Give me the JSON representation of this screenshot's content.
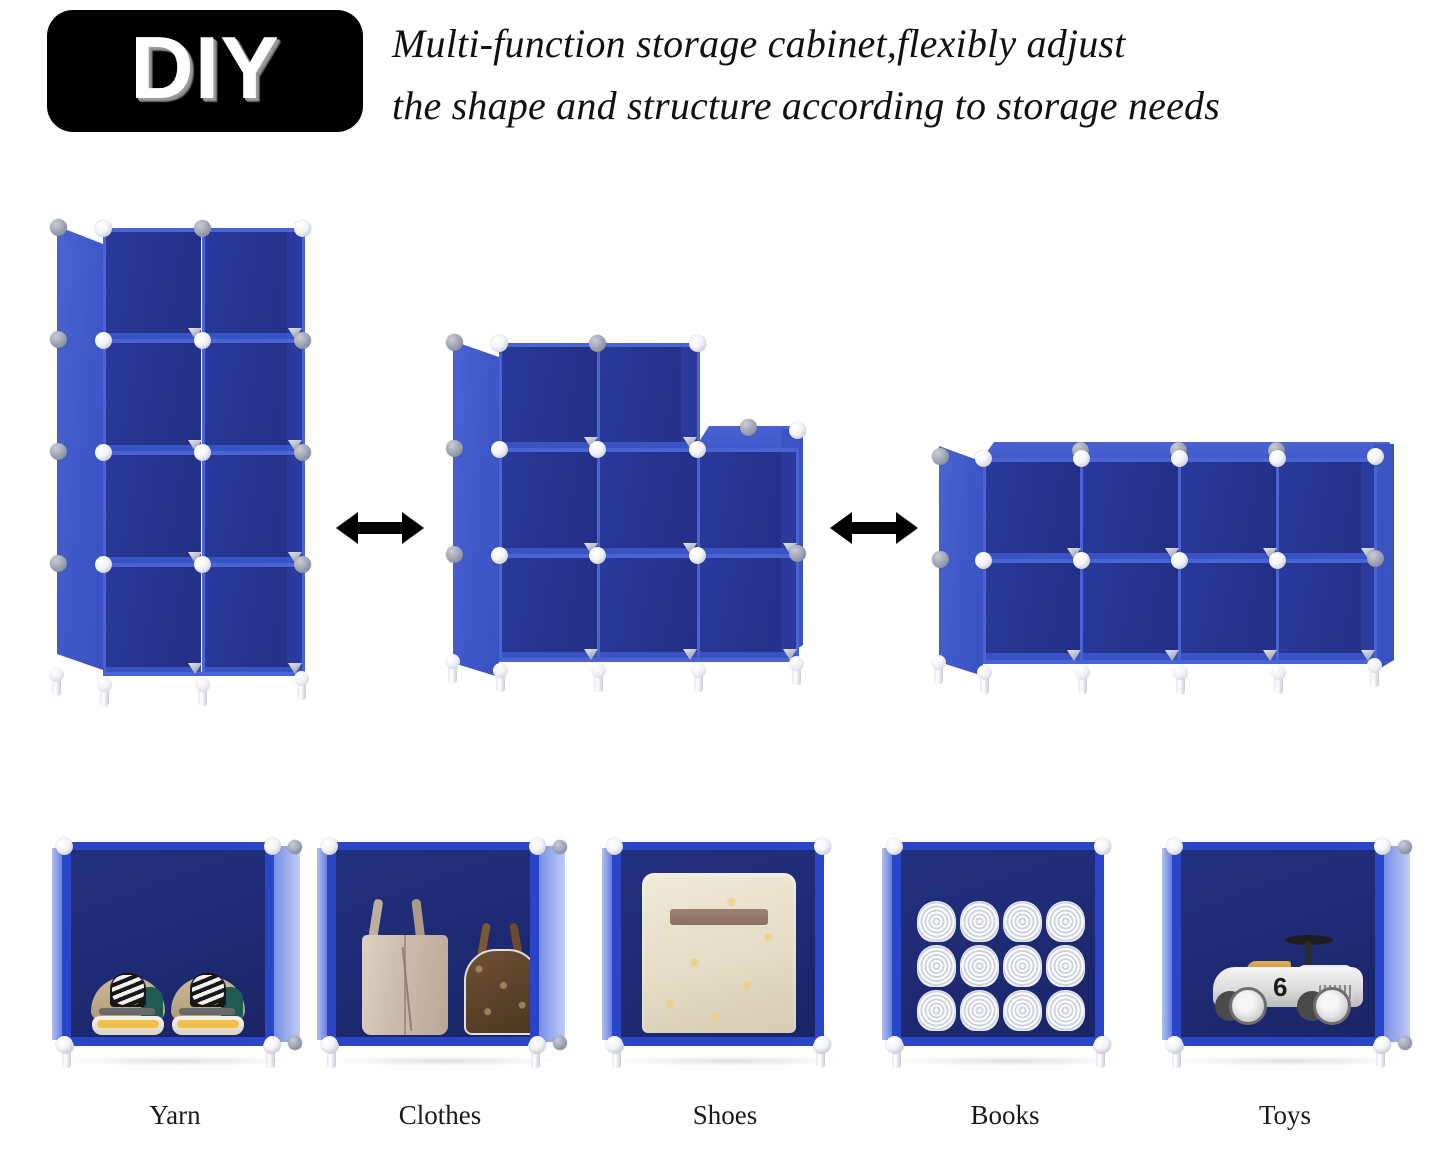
{
  "header": {
    "badge_label": "DIY",
    "headline_line1": "Multi-function storage cabinet,flexibly adjust",
    "headline_line2": "the shape and structure according to storage needs"
  },
  "colors": {
    "badge_background": "#000000",
    "badge_text": "#ffffff",
    "cabinet_panel_blue": "#2a46c8",
    "cabinet_interior_navy": "#23307f",
    "cabinet_edge_blue": "#4a64d6",
    "connector_white": "#ffffff",
    "arrow_black": "#000000",
    "page_background": "#ffffff"
  },
  "cabinets": [
    {
      "name": "tall-vertical-cabinet",
      "layout": "4 rows x 2 columns",
      "rows": 4,
      "columns": 2,
      "cube_count": 8
    },
    {
      "name": "stepped-l-shape-cabinet",
      "layout": "3 rows x 2 columns with a 2-row third column (staircase)",
      "rows": 3,
      "columns": 3,
      "cube_count": 8
    },
    {
      "name": "wide-horizontal-cabinet",
      "layout": "2 rows x 4 columns",
      "rows": 2,
      "columns": 4,
      "cube_count": 8
    }
  ],
  "arrows": [
    {
      "name": "arrow-between-cabinet-1-and-2",
      "icon": "double-arrow-horizontal-icon"
    },
    {
      "name": "arrow-between-cabinet-2-and-3",
      "icon": "double-arrow-horizontal-icon"
    }
  ],
  "showcase": {
    "items": [
      {
        "label": "Yarn",
        "content": "pair-of-sneakers"
      },
      {
        "label": "Clothes",
        "content": "handbags"
      },
      {
        "label": "Shoes",
        "content": "fabric-storage-bin"
      },
      {
        "label": "Books",
        "content": "rolled-towels"
      },
      {
        "label": "Toys",
        "content": "ride-on-toy-car"
      }
    ],
    "toy_car_number": "6",
    "towel_count": 12
  }
}
